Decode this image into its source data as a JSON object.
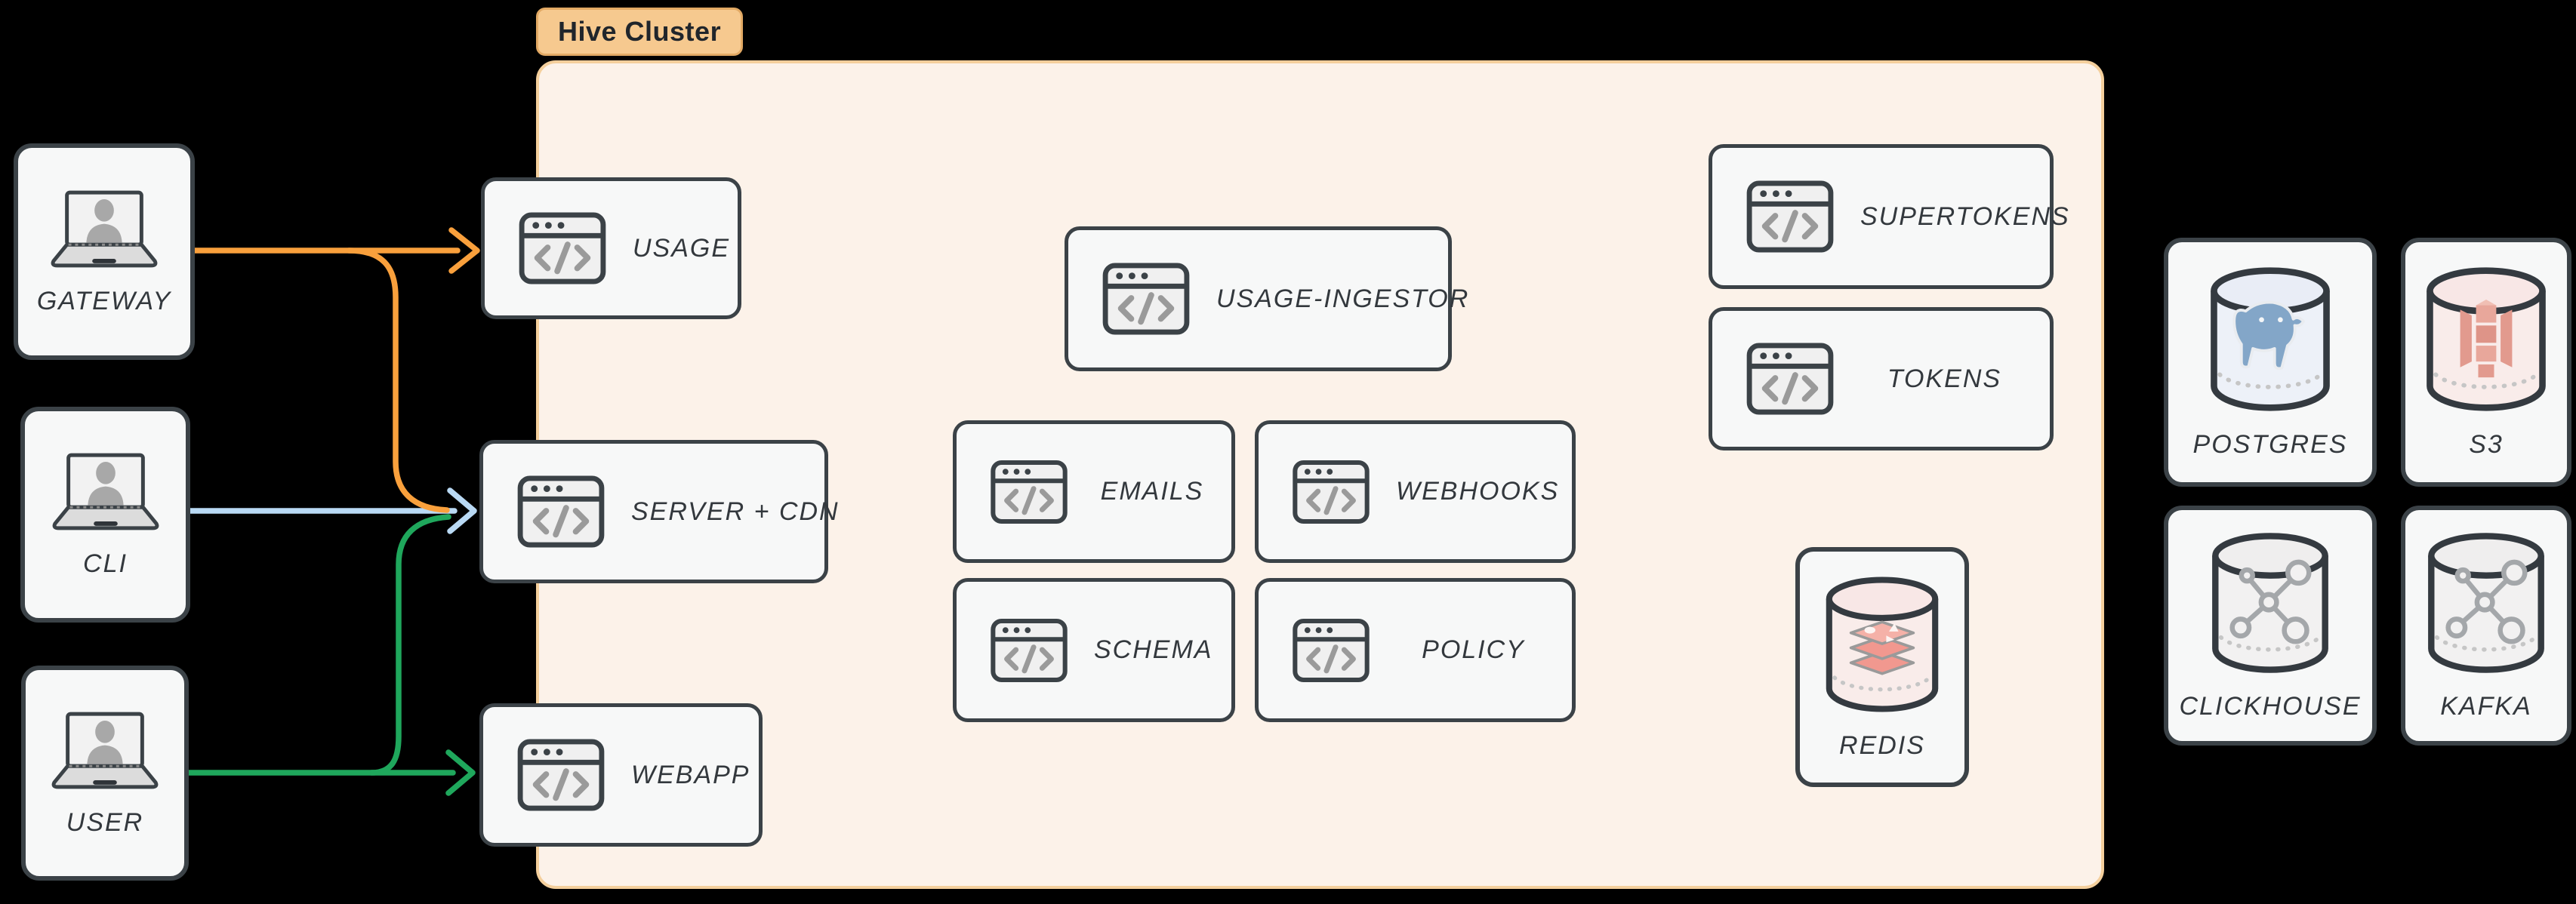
{
  "cluster": {
    "label": "Hive Cluster"
  },
  "clients": {
    "gateway": {
      "label": "GATEWAY",
      "icon": "laptop-user-icon"
    },
    "cli": {
      "label": "CLI",
      "icon": "laptop-user-icon"
    },
    "user": {
      "label": "USER",
      "icon": "laptop-user-icon"
    }
  },
  "services": {
    "usage": {
      "label": "USAGE",
      "icon": "code-window-icon"
    },
    "server_cdn": {
      "label": "SERVER + CDN",
      "icon": "code-window-icon"
    },
    "webapp": {
      "label": "WEBAPP",
      "icon": "code-window-icon"
    },
    "usage_ingestor": {
      "label": "USAGE-INGESTOR",
      "icon": "code-window-icon"
    },
    "emails": {
      "label": "EMAILS",
      "icon": "code-window-icon"
    },
    "webhooks": {
      "label": "WEBHOOKS",
      "icon": "code-window-icon"
    },
    "schema": {
      "label": "SCHEMA",
      "icon": "code-window-icon"
    },
    "policy": {
      "label": "POLICY",
      "icon": "code-window-icon"
    },
    "supertokens": {
      "label": "SUPERTOKENS",
      "icon": "code-window-icon"
    },
    "tokens": {
      "label": "TOKENS",
      "icon": "code-window-icon"
    }
  },
  "datastores": {
    "redis": {
      "label": "REDIS",
      "icon": "redis-cylinder-icon"
    },
    "postgres": {
      "label": "POSTGRES",
      "icon": "postgres-cylinder-icon"
    },
    "s3": {
      "label": "S3",
      "icon": "s3-cylinder-icon"
    },
    "clickhouse": {
      "label": "CLICKHOUSE",
      "icon": "network-cylinder-icon"
    },
    "kafka": {
      "label": "KAFKA",
      "icon": "network-cylinder-icon"
    }
  },
  "edges": [
    {
      "from": "GATEWAY",
      "to": "USAGE",
      "color": "#F9A03C"
    },
    {
      "from": "GATEWAY",
      "to": "SERVER + CDN",
      "color": "#F9A03C"
    },
    {
      "from": "CLI",
      "to": "SERVER + CDN",
      "color": "#B9D9F4"
    },
    {
      "from": "USER",
      "to": "SERVER + CDN",
      "color": "#1FA75C"
    },
    {
      "from": "USER",
      "to": "WEBAPP",
      "color": "#1FA75C"
    }
  ],
  "colors": {
    "background": "#000000",
    "cluster_fill": "#FCF2E9",
    "cluster_border": "#F4CF9C",
    "badge_fill": "#F6C98F",
    "badge_border": "#E2A964",
    "node_fill": "#F7F8F8",
    "node_border": "#3B4247",
    "label_text": "#33383D",
    "arrow_orange": "#F9A03C",
    "arrow_blue": "#B9D9F4",
    "arrow_green": "#1FA75C"
  }
}
